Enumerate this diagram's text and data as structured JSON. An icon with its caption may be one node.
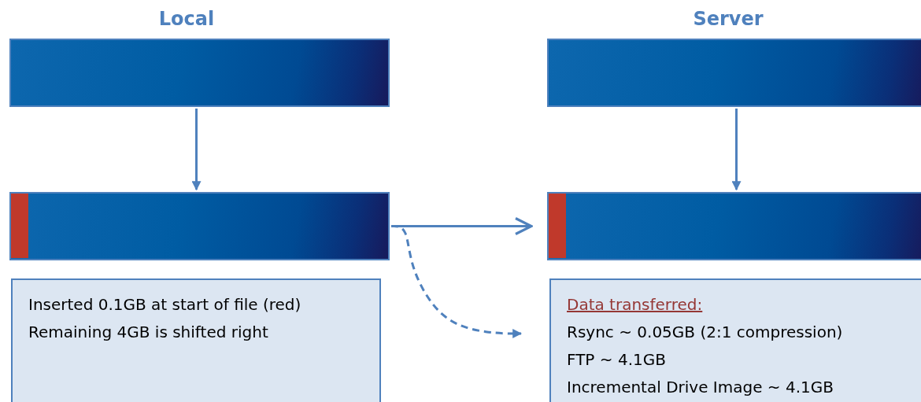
{
  "diagram": {
    "nodes": [
      {
        "text": [],
        "shape": "bar"
      },
      {
        "text": [],
        "shape": "bar"
      },
      {
        "text": [],
        "shape": "bar",
        "in": 1
      },
      {
        "text": [],
        "shape": "bar"
      },
      {
        "text": [],
        "shape": "bar"
      },
      {
        "text": [],
        "shape": "bar",
        "in": 4
      },
      {
        "text": [
          "Inserted 0.1GB at start of file (red)",
          "Remaining 4GB is shifted right"
        ]
      },
      {
        "text": [
          "Data transferred:",
          "Rsync ~ 0.05GB (2:1 compression)",
          "FTP ~ 4.1GB",
          "Incremental Drive Image ~ 4.1GB"
        ]
      }
    ],
    "edges": [
      {
        "from": 0,
        "to": 1,
        "arrow": "to"
      },
      {
        "from": 3,
        "to": 4,
        "arrow": "to"
      },
      {
        "from": 1,
        "to": 4,
        "arrow": "to"
      },
      {
        "from": 1,
        "to": 7,
        "arrow": "to",
        "style": "dashed"
      }
    ],
    "labels": [
      "Local",
      "Server"
    ]
  }
}
